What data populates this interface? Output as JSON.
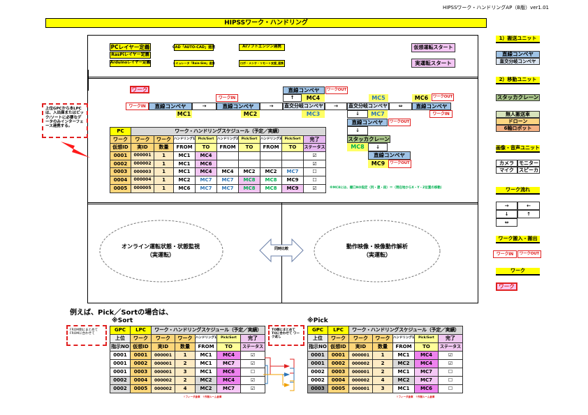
{
  "header": {
    "doc_id": "HIPSSワーク・ハンドリングAP（B版）ver1.01",
    "title": "HIPSSワーク・ハンドリング"
  },
  "top_buttons": {
    "pc_layer": "PCレイヤー定義",
    "raspi_layer": "RasPiレイヤー定義",
    "arduino_layer": "Arduinoレイヤー定義",
    "cad": "CAD「AUTO-CAD」連携",
    "simulator": "シミュレータ「Rain-Sim」連携",
    "ai": "AIソフトエンジン連携",
    "robot": "ロボ・メンテ・リモート支援_連携",
    "virtual_start": "仮想運転スタート",
    "real_start": "実運転スタート"
  },
  "flow": {
    "work": "ワーク",
    "conv": "直線コンベヤ",
    "cross": "直交分岐コンベヤ",
    "stacker": "スタッカクレーン",
    "right": "→",
    "both": "⇔",
    "up": "↑",
    "down": "↓",
    "work_in": "ワークIN",
    "work_out": "ワークOUT",
    "mc1": "MC1",
    "mc2": "MC2",
    "mc3": "MC3",
    "mc4": "MC4",
    "mc5": "MC5",
    "mc6": "MC6",
    "mc7": "MC7",
    "mc8": "MC8",
    "mc9": "MC9"
  },
  "callout": "上位GPCから本LPCは、入出庫またはピック/ソートに必要なデータのみインターフェース連携する。",
  "schedule": {
    "rows": [
      [
        "PC",
        "ワーク・ハンドリングスケジュール（予定／実績）"
      ],
      [
        "ワーク",
        "ワーク",
        "ワーク",
        "ハンドリング1",
        "Pick/Sort",
        "ハンドリング2",
        "Pick/Sort",
        "ハンドリング3",
        "Pick/Sort",
        "完了"
      ],
      [
        "仮想ID",
        "実ID",
        "数量",
        "FROM",
        "TO",
        "FROM",
        "TO",
        "FROM",
        "TO",
        "ステータス"
      ],
      [
        "0001",
        "000001",
        "1",
        "MC1",
        "MC4",
        "",
        "",
        "",
        "",
        "☑"
      ],
      [
        "0002",
        "000002",
        "1",
        "MC1",
        "MC6",
        "",
        "",
        "",
        "",
        "☑"
      ],
      [
        "0003",
        "000003",
        "1",
        "MC1",
        "MC4",
        "MC4",
        "MC2",
        "MC2",
        "MC7",
        "☐"
      ],
      [
        "0004",
        "000004",
        "1",
        "MC2",
        "MC7",
        "MC7",
        "MC8",
        "MC8",
        "MC9",
        "☐"
      ],
      [
        "0005",
        "000005",
        "1",
        "MC6",
        "MC7",
        "MC7",
        "MC8",
        "MC8",
        "MC9",
        "☑"
      ]
    ]
  },
  "note": "※MC8には、棚口NO指定（列・連・段）＝（現在地からX・Y・Z位置の移動）",
  "monitor": {
    "left_title": "オンライン運転状態・状態監視",
    "left_sub": "（実運転）",
    "right_title": "動作映像・映像動作解析",
    "right_sub": "（実運転）",
    "compare": "同時比較"
  },
  "example": {
    "intro": "例えば、Pick／Sortの場合は、",
    "sort_label": "※Sort",
    "pick_label": "※Pick",
    "note_left": "FROM側にまとめて FROMに合わせて",
    "note_right": "TO側にまとめて TOに合わせて ワーク返し",
    "footnote": "↑フィーダ倉庫　↑作業ルーム倉庫",
    "sort_table": [
      [
        "GPC",
        "LPC",
        "ワーク・ハンドリングスケジュール（予定／実績）"
      ],
      [
        "上位",
        "ワーク",
        "ワーク",
        "ワーク",
        "ハンドリング1",
        "Pick/Sort",
        "完了"
      ],
      [
        "指示NO",
        "仮想ID",
        "実ID",
        "数量",
        "FROM",
        "TO",
        "ステータス"
      ],
      [
        "0001",
        "0001",
        "000001",
        "1",
        "MC1",
        "MC4",
        "☑"
      ],
      [
        "0001",
        "0002",
        "000001",
        "2",
        "MC1",
        "MC7",
        "☑"
      ],
      [
        "0001",
        "0003",
        "000001",
        "3",
        "MC1",
        "MC6",
        "☐"
      ],
      [
        "0002",
        "0004",
        "000002",
        "2",
        "MC2",
        "MC4",
        "☑"
      ],
      [
        "0002",
        "0005",
        "000002",
        "4",
        "MC2",
        "MC7",
        "☑"
      ]
    ],
    "pick_table": [
      [
        "GPC",
        "LPC",
        "ワーク・ハンドリングスケジュール（予定／実績）"
      ],
      [
        "上位",
        "ワーク",
        "ワーク",
        "ワーク",
        "ハンドリング1",
        "Pick/Sort",
        "完了"
      ],
      [
        "指示NO",
        "仮想ID",
        "実ID",
        "数量",
        "FROM",
        "TO",
        "ステータス"
      ],
      [
        "0001",
        "0001",
        "000001",
        "1",
        "MC1",
        "MC4",
        "☑"
      ],
      [
        "0001",
        "0002",
        "000002",
        "2",
        "MC2",
        "MC4",
        "☑"
      ],
      [
        "0002",
        "0003",
        "000001",
        "2",
        "MC1",
        "MC7",
        "☐"
      ],
      [
        "0002",
        "0004",
        "000002",
        "4",
        "MC2",
        "MC7",
        "☐"
      ],
      [
        "0003",
        "0005",
        "000001",
        "3",
        "MC1",
        "MC6",
        "☐"
      ]
    ]
  },
  "legend": {
    "transport": "1）搬送ユニット",
    "conv": "直線コンベヤ",
    "cross": "直交分岐コンベヤ",
    "move": "2）移動ユニット",
    "stacker": "スタッカクレーン",
    "agv": "無人搬送車",
    "drone": "ドローン",
    "robot": "6軸ロボット",
    "av": "画像・音声ユニット",
    "camera": "カメラ",
    "monitor": "モニター",
    "mic": "マイク",
    "speaker": "スピーカ",
    "flow": "ワーク流れ",
    "right": "→",
    "left": "←",
    "down": "↓",
    "up": "↑",
    "both": "⇔",
    "inout": "ワーク搬入・搬出",
    "work_in": "ワークIN",
    "work_out": "ワークOUT",
    "work_heading": "ワーク",
    "work": "ワーク"
  }
}
